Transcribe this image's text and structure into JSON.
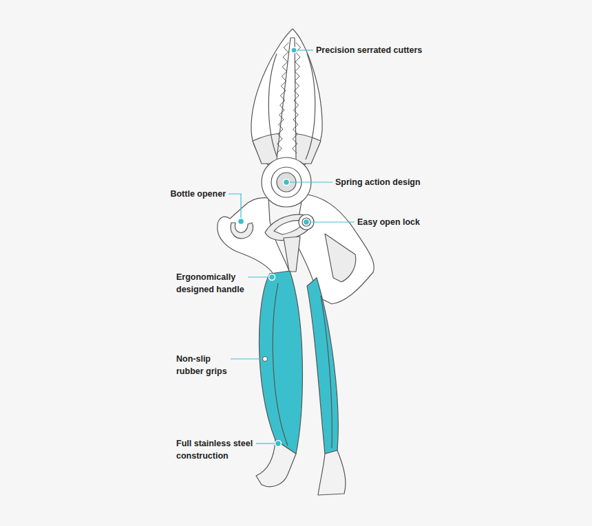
{
  "diagram": {
    "labels": [
      "Precision serrated cutters",
      "Spring action design",
      "Bottle opener",
      "Easy open lock",
      "Ergonomically designed handle",
      "Non-slip rubber grips",
      "Full stainless steel construction"
    ]
  }
}
